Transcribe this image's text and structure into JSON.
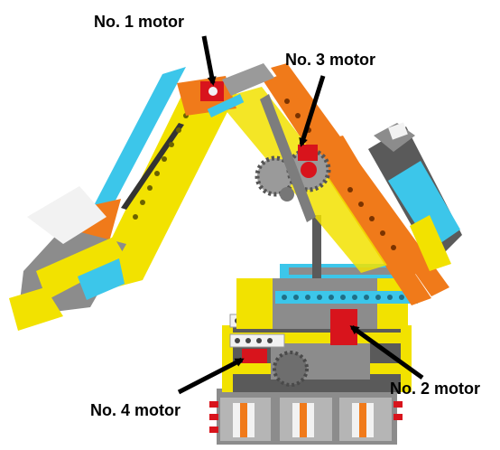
{
  "labels": {
    "motor1": "No. 1 motor",
    "motor2": "No. 2 motor",
    "motor3": "No. 3 motor",
    "motor4": "No. 4 motor"
  },
  "colors": {
    "yellow": "#f2e200",
    "orange": "#f07a1a",
    "cyan": "#3cc6ea",
    "grey": "#8c8c8c",
    "dark_grey": "#5a5a5a",
    "red": "#d8141c",
    "white": "#f2f2f2",
    "arrow": "#000000"
  },
  "icons": [
    "motor-icon",
    "gear-icon",
    "arrow-icon"
  ]
}
